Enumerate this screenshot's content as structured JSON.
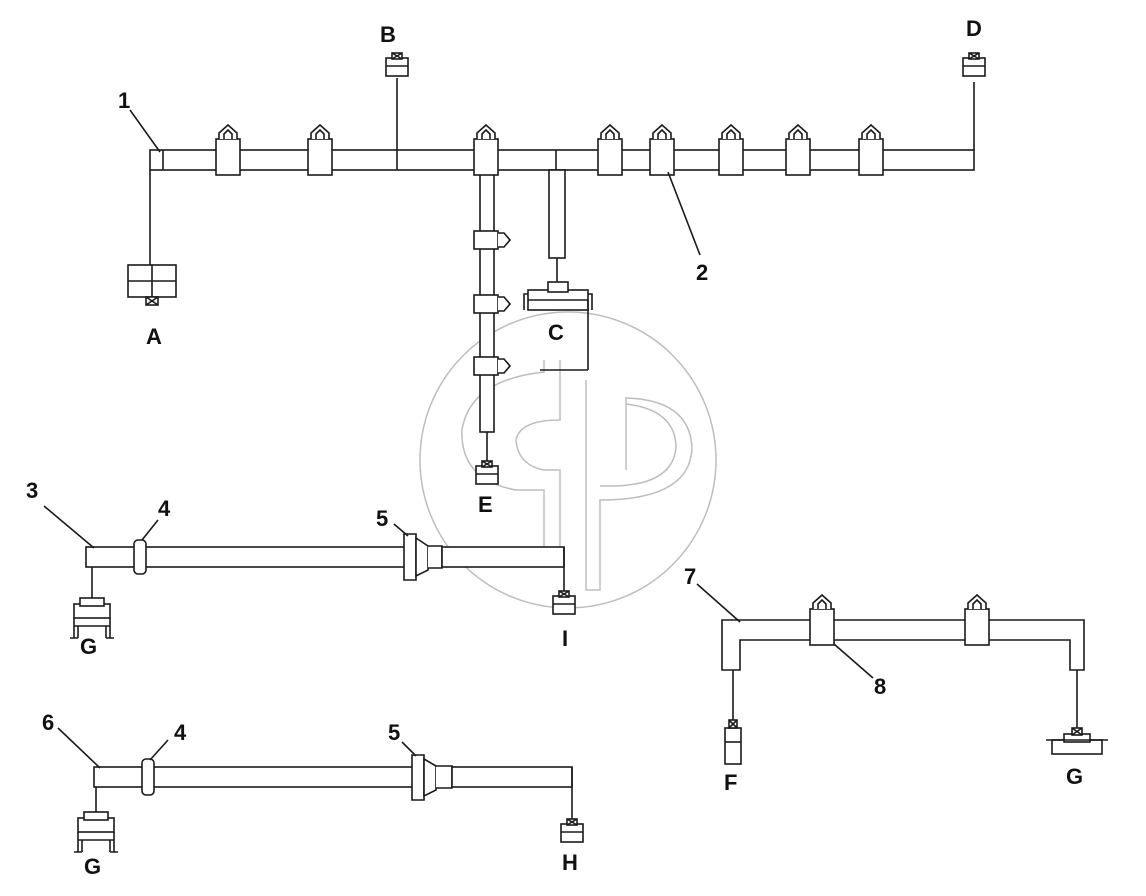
{
  "labels": {
    "callout_1": "1",
    "callout_2": "2",
    "callout_3": "3",
    "callout_4a": "4",
    "callout_4b": "4",
    "callout_5a": "5",
    "callout_5b": "5",
    "callout_6": "6",
    "callout_7": "7",
    "callout_8": "8",
    "conn_A": "A",
    "conn_B": "B",
    "conn_C": "C",
    "conn_D": "D",
    "conn_E": "E",
    "conn_F": "F",
    "conn_G1": "G",
    "conn_G2": "G",
    "conn_G3": "G",
    "conn_H": "H",
    "conn_I": "I"
  },
  "colors": {
    "line": "#1a1a1a",
    "watermark": "#bdbdbd",
    "background": "#ffffff"
  },
  "icons": {
    "watermark": "gp-logo-watermark-icon"
  }
}
